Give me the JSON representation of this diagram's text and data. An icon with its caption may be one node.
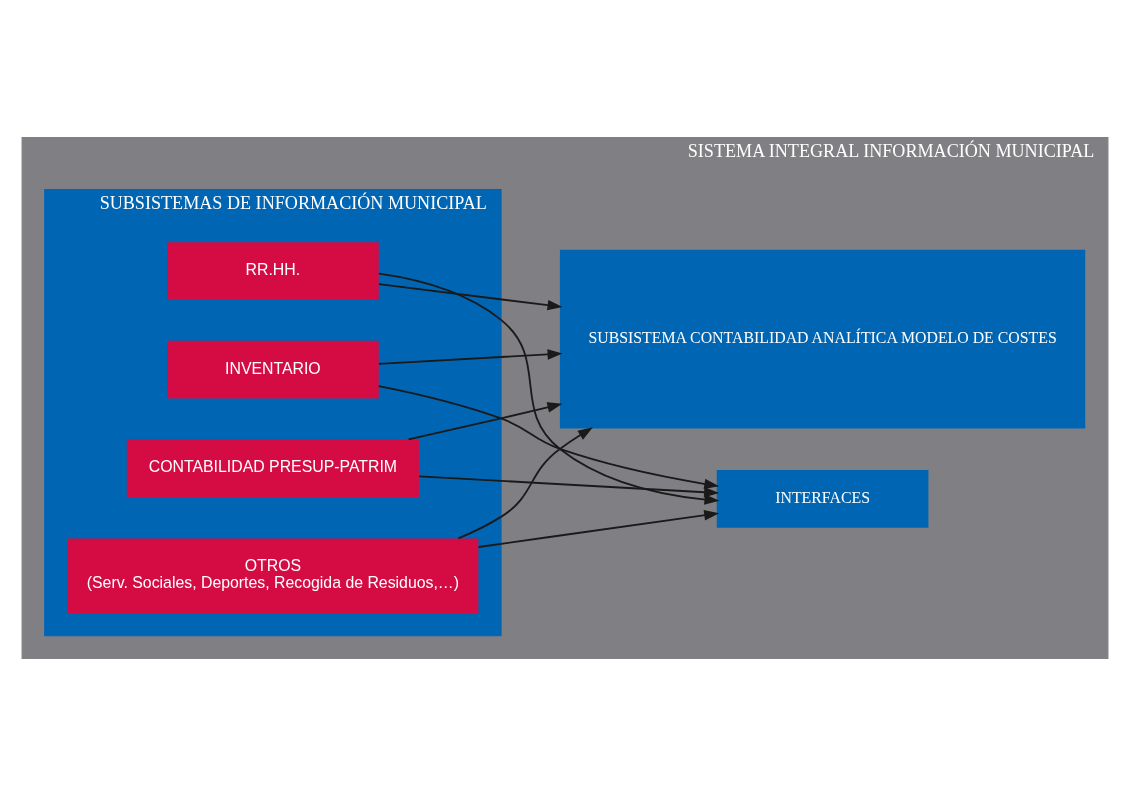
{
  "diagram": {
    "nodes": [
      {
        "text": [
          "SISTEMA INTEGRAL INFORMACIÓN MUNICIPAL"
        ]
      },
      {
        "text": [
          "SUBSISTEMAS DE INFORMACIÓN MUNICIPAL"
        ],
        "in": 0
      },
      {
        "text": [
          "RR.HH."
        ],
        "in": 1
      },
      {
        "text": [
          "INVENTARIO"
        ],
        "in": 1
      },
      {
        "text": [
          "CONTABILIDAD PRESUP-PATRIM"
        ],
        "in": 1
      },
      {
        "text": [
          "OTROS",
          "(Serv. Sociales, Deportes, Recogida de Residuos,…)"
        ],
        "in": 1
      },
      {
        "text": [
          "INTERFACES"
        ],
        "in": 0
      },
      {
        "text": [
          "SUBSISTEMA CONTABILIDAD ANALÍTICA MODELO DE COSTES"
        ],
        "in": 0
      }
    ],
    "edges": [
      {
        "from": 2,
        "to": 6,
        "arrow": "to"
      },
      {
        "from": 2,
        "to": 7,
        "arrow": "to"
      },
      {
        "from": 3,
        "to": 6,
        "arrow": "to"
      },
      {
        "from": 3,
        "to": 7,
        "arrow": "to"
      },
      {
        "from": 4,
        "to": 6,
        "arrow": "to"
      },
      {
        "from": 4,
        "to": 7,
        "arrow": "to"
      },
      {
        "from": 5,
        "to": 6,
        "arrow": "to"
      },
      {
        "from": 5,
        "to": 7,
        "arrow": "to"
      }
    ]
  }
}
